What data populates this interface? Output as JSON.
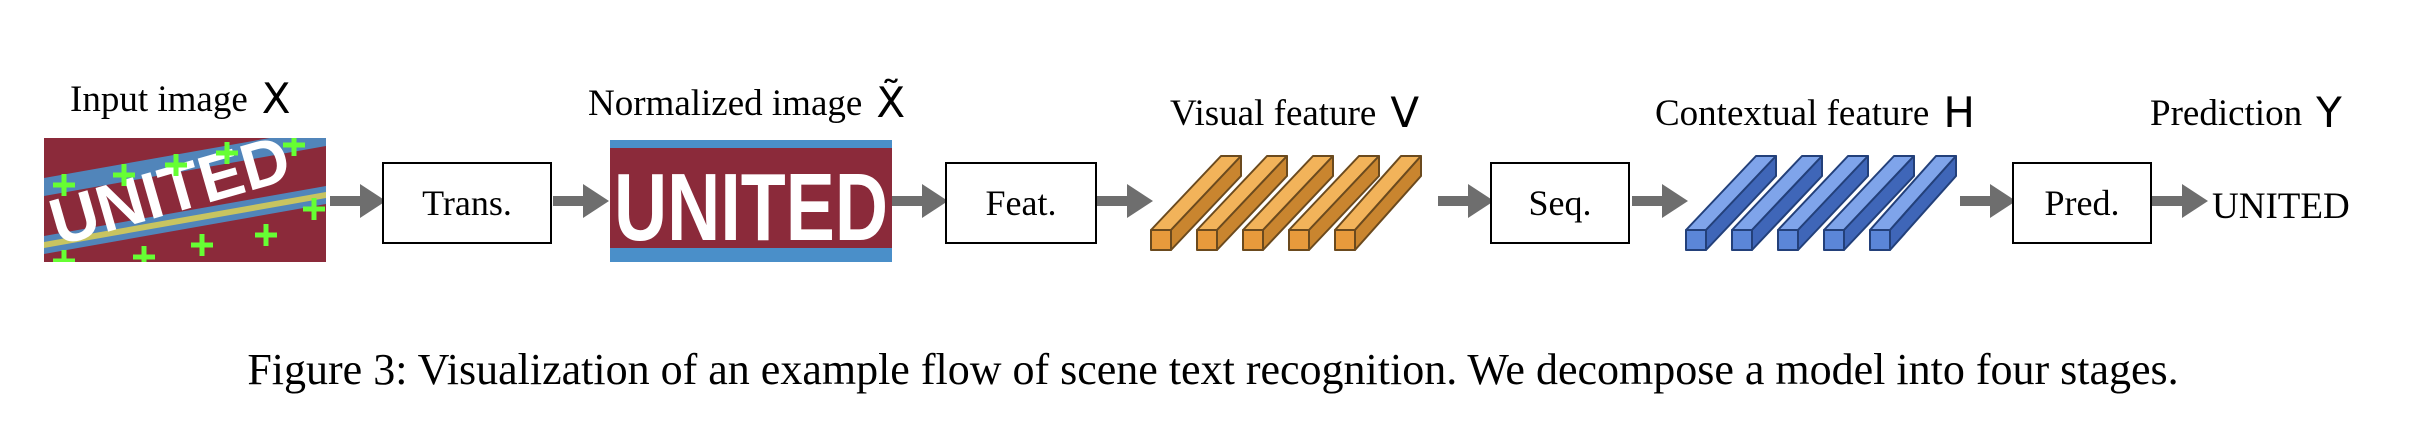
{
  "stages": [
    {
      "label": "Input image",
      "symbol": "X"
    },
    {
      "label": "Normalized image",
      "symbol": "X̃"
    },
    {
      "label": "Visual feature",
      "symbol": "V"
    },
    {
      "label": "Contextual feature",
      "symbol": "H"
    },
    {
      "label": "Prediction",
      "symbol": "Y"
    }
  ],
  "modules": {
    "trans": "Trans.",
    "feat": "Feat.",
    "seq": "Seq.",
    "pred": "Pred."
  },
  "input_image_text": "UNITED",
  "normalized_image_text": "UNITED",
  "output_text": "UNITED",
  "caption": "Figure 3: Visualization of an example flow of scene text recognition. We decompose a model into four stages.",
  "colors": {
    "visual_feature": "#e89a3c",
    "contextual_feature": "#5b86d8",
    "arrow": "#6e6e6e",
    "fiducial_point": "#66ff33",
    "image_background": "#8b2a3a"
  }
}
